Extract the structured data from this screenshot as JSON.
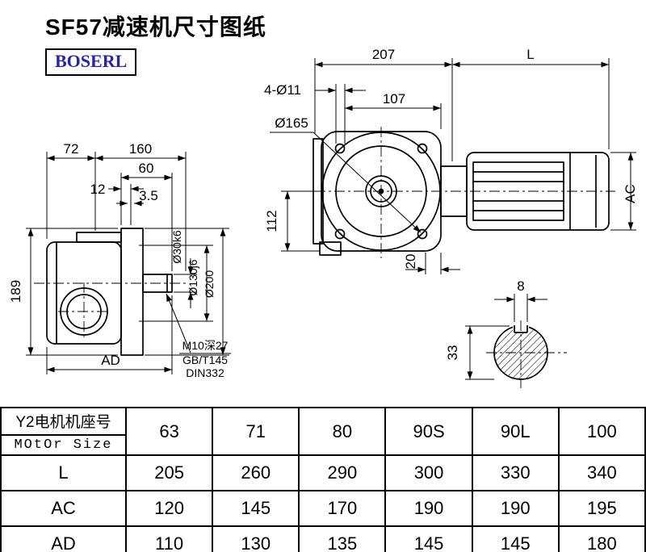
{
  "page": {
    "title": "SF57减速机尺寸图纸",
    "brand": "BOSERL",
    "brand_color": "#2424ad"
  },
  "drawing": {
    "side_view": {
      "dim_72": "72",
      "dim_160": "160",
      "dim_60": "60",
      "dim_12": "12",
      "dim_3_5": "3.5",
      "dim_189": "189",
      "dim_ad": "AD",
      "dia_shaft": "Ø30k6",
      "dia_spigot": "Ø130j6",
      "dia_flange": "Ø200",
      "note_tap": "M10深27",
      "note_std_gb": "GB/T145",
      "note_std_din": "DIN332"
    },
    "front_view": {
      "dim_207": "207",
      "dim_l": "L",
      "dim_holes": "4-Ø11",
      "dim_107": "107",
      "dia_flange_circle": "Ø165",
      "dim_112": "112",
      "dim_20": "20",
      "dim_ac": "AC"
    },
    "shaft_section": {
      "dim_key_width": "8",
      "dim_key_height": "33"
    }
  },
  "table": {
    "header_cn": "Y2电机机座号",
    "header_en": "MOtOr Size",
    "columns": [
      "63",
      "71",
      "80",
      "90S",
      "90L",
      "100"
    ],
    "rows": [
      {
        "label": "L",
        "values": [
          "205",
          "260",
          "290",
          "300",
          "330",
          "340"
        ]
      },
      {
        "label": "AC",
        "values": [
          "120",
          "145",
          "170",
          "190",
          "190",
          "195"
        ]
      },
      {
        "label": "AD",
        "values": [
          "110",
          "130",
          "135",
          "145",
          "145",
          "180"
        ]
      }
    ]
  }
}
